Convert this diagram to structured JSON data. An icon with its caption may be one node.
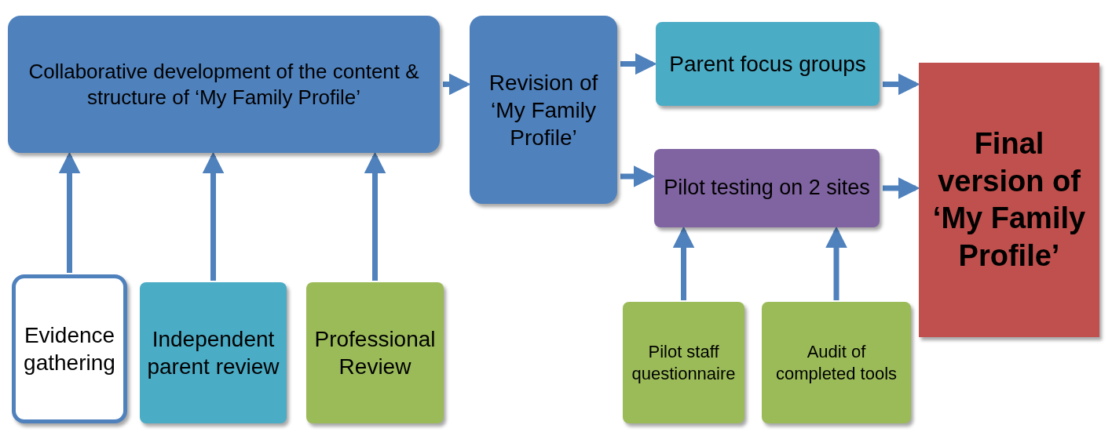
{
  "diagram": {
    "nodes": [
      {
        "text": [
          "Collaborative development of the content & structure of ‘My Family Profile’"
        ]
      },
      {
        "text": [
          "Revision of ‘My Family Profile’"
        ]
      },
      {
        "text": [
          "Parent focus groups"
        ]
      },
      {
        "text": [
          "Pilot testing on 2 sites"
        ]
      },
      {
        "text": [
          "Final version of ‘My Family Profile’"
        ]
      },
      {
        "text": [
          "Evidence gathering"
        ]
      },
      {
        "text": [
          "Independent parent review"
        ]
      },
      {
        "text": [
          "Professional Review"
        ]
      },
      {
        "text": [
          "Pilot staff questionnaire"
        ]
      },
      {
        "text": [
          "Audit of completed tools"
        ]
      }
    ],
    "edges": [
      {
        "from": 0,
        "to": 1,
        "arrow": "to"
      },
      {
        "from": 1,
        "to": 2,
        "arrow": "to"
      },
      {
        "from": 1,
        "to": 3,
        "arrow": "to"
      },
      {
        "from": 2,
        "to": 4,
        "arrow": "to"
      },
      {
        "from": 3,
        "to": 4,
        "arrow": "to"
      },
      {
        "from": 5,
        "to": 0,
        "arrow": "to"
      },
      {
        "from": 6,
        "to": 0,
        "arrow": "to"
      },
      {
        "from": 7,
        "to": 0,
        "arrow": "to"
      },
      {
        "from": 8,
        "to": 3,
        "arrow": "to"
      },
      {
        "from": 9,
        "to": 3,
        "arrow": "to"
      }
    ]
  }
}
